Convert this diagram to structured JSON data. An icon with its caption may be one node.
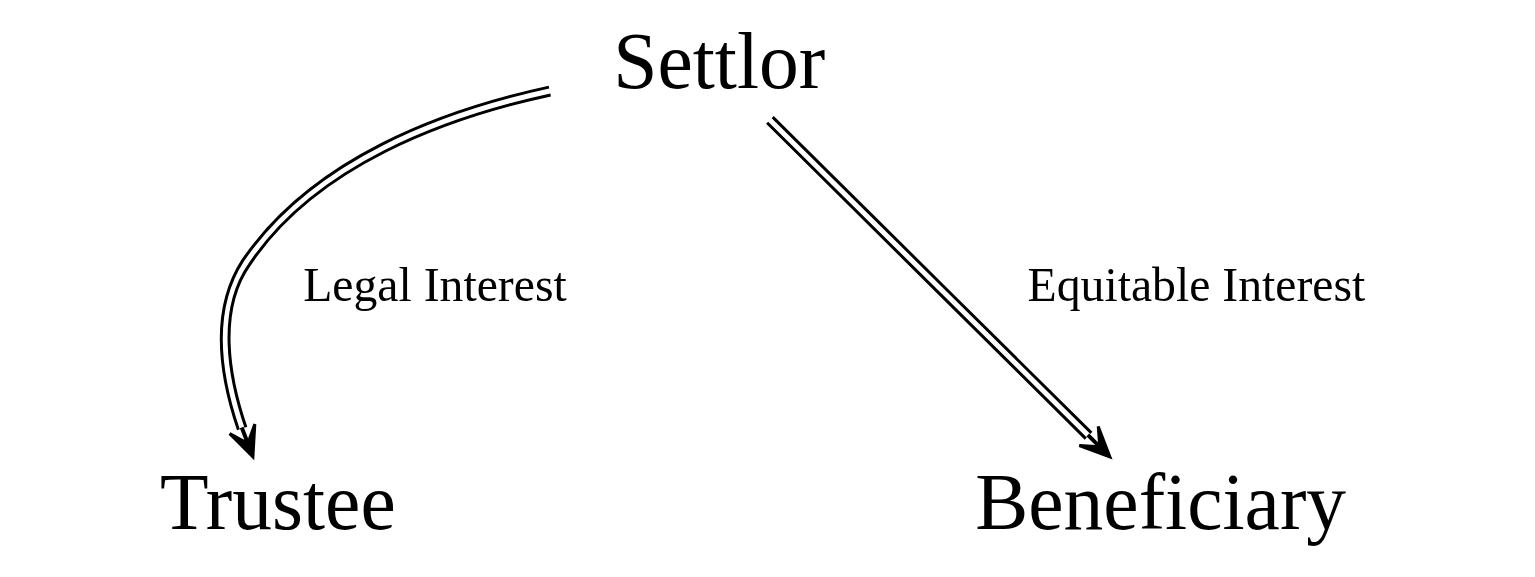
{
  "diagram": {
    "nodes": [
      {
        "text": [
          "Settlor"
        ]
      },
      {
        "text": [
          "Trustee"
        ]
      },
      {
        "text": [
          "Beneficiary"
        ]
      }
    ],
    "edges": [
      {
        "from": 0,
        "to": 1,
        "arrow": "to",
        "label": "Legal Interest"
      },
      {
        "from": 0,
        "to": 2,
        "arrow": "to",
        "label": "Equitable Interest"
      }
    ]
  }
}
